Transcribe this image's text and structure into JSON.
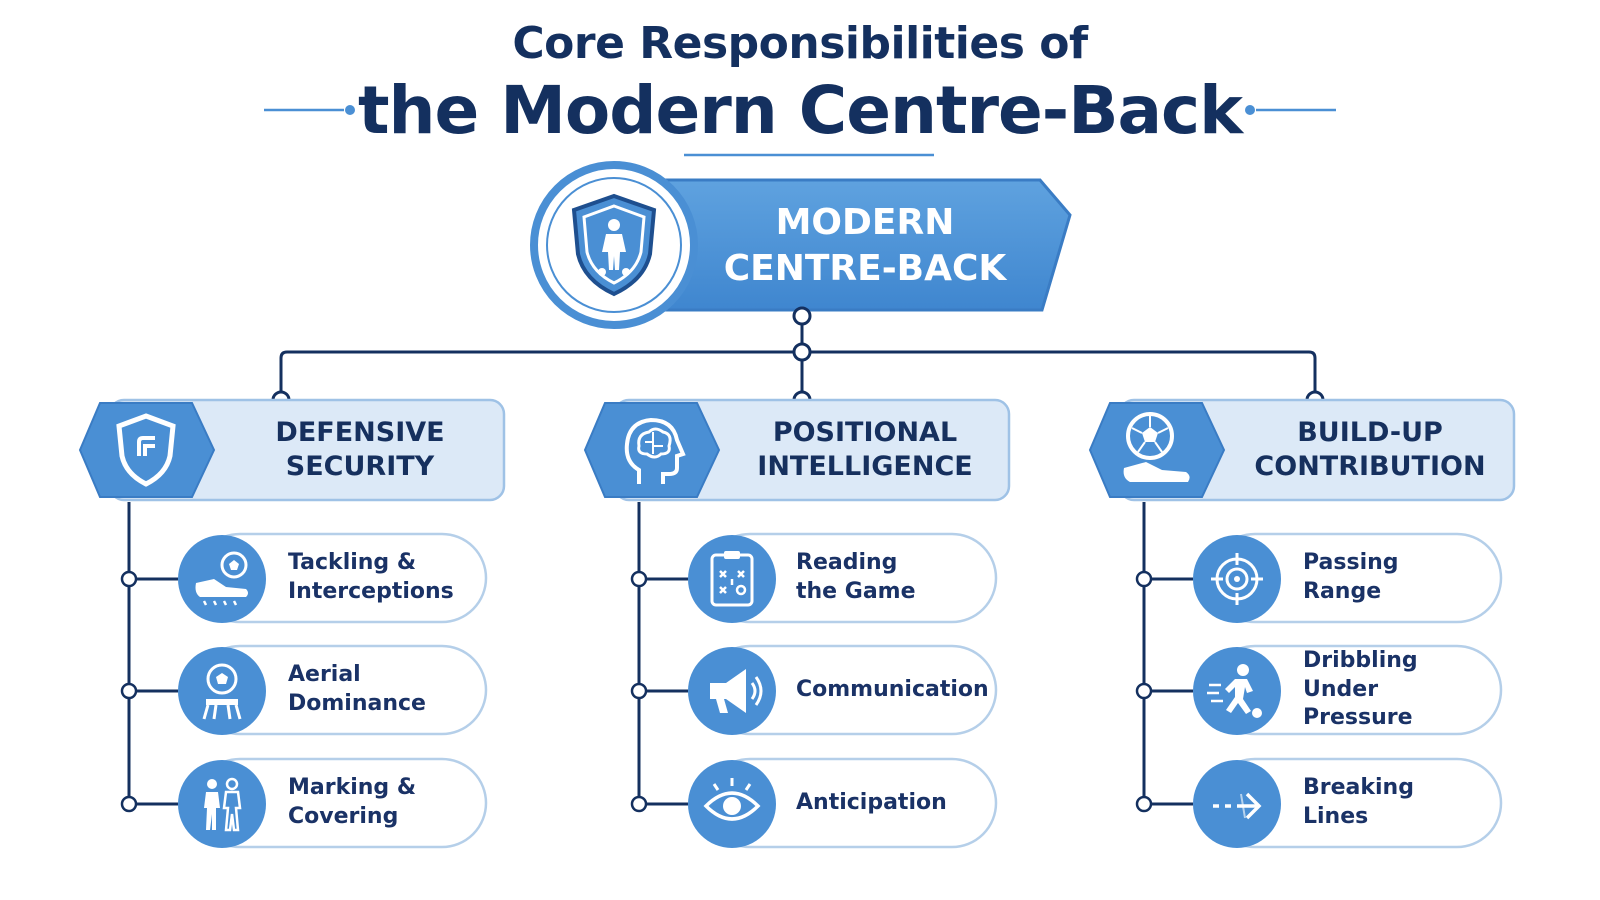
{
  "title": {
    "line1": "Core Responsibilities of",
    "line2": "the Modern Centre-Back"
  },
  "root": {
    "line1": "MODERN",
    "line2": "CENTRE-BACK",
    "icon": "shield-player-icon"
  },
  "colors": {
    "navy": "#14305f",
    "blue": "#4a8fd4",
    "light_blue": "#dce9f7",
    "border": "#9fc2e6"
  },
  "categories": [
    {
      "line1": "DEFENSIVE",
      "line2": "SECURITY",
      "icon": "shield-icon",
      "items": [
        {
          "line1": "Tackling &",
          "line2": "Interceptions",
          "icon": "boot-ball-icon"
        },
        {
          "line1": "Aerial",
          "line2": "Dominance",
          "icon": "header-ball-icon"
        },
        {
          "line1": "Marking &",
          "line2": "Covering",
          "icon": "two-players-icon"
        }
      ]
    },
    {
      "line1": "POSITIONAL",
      "line2": "INTELLIGENCE",
      "icon": "brain-head-icon",
      "items": [
        {
          "line1": "Reading",
          "line2": "the Game",
          "icon": "tactics-board-icon"
        },
        {
          "line1": "Communication",
          "line2": "",
          "icon": "megaphone-icon"
        },
        {
          "line1": "Anticipation",
          "line2": "",
          "icon": "eye-icon"
        }
      ]
    },
    {
      "line1": "BUILD-UP",
      "line2": "CONTRIBUTION",
      "icon": "ball-boot-icon",
      "items": [
        {
          "line1": "Passing",
          "line2": "Range",
          "icon": "target-icon"
        },
        {
          "line1": "Dribbling Under",
          "line2": "Pressure",
          "icon": "dribbling-player-icon"
        },
        {
          "line1": "Breaking",
          "line2": "Lines",
          "icon": "arrow-icon"
        }
      ]
    }
  ]
}
